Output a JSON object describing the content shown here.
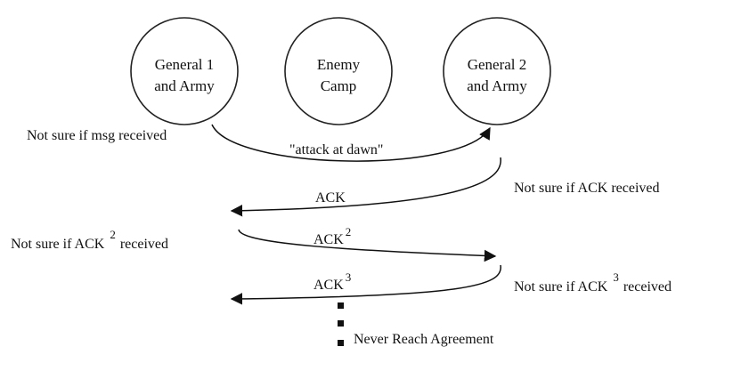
{
  "nodes": {
    "general1": {
      "line1": "General 1",
      "line2": "and Army"
    },
    "enemy": {
      "line1": "Enemy",
      "line2": "Camp"
    },
    "general2": {
      "line1": "General 2",
      "line2": "and Army"
    }
  },
  "messages": {
    "attack": "\"attack at dawn\"",
    "ack1": "ACK",
    "ack2": {
      "base": "ACK",
      "exp": "2"
    },
    "ack3": {
      "base": "ACK",
      "exp": "3"
    }
  },
  "notes": {
    "msg": "Not sure if msg received",
    "ack1": "Not sure if ACK received",
    "ack2": {
      "before": "Not sure if ACK",
      "exp": "2",
      "after": "received"
    },
    "ack3": {
      "before": "Not sure if ACK",
      "exp": "3",
      "after": "received"
    }
  },
  "conclusion": "Never Reach Agreement"
}
